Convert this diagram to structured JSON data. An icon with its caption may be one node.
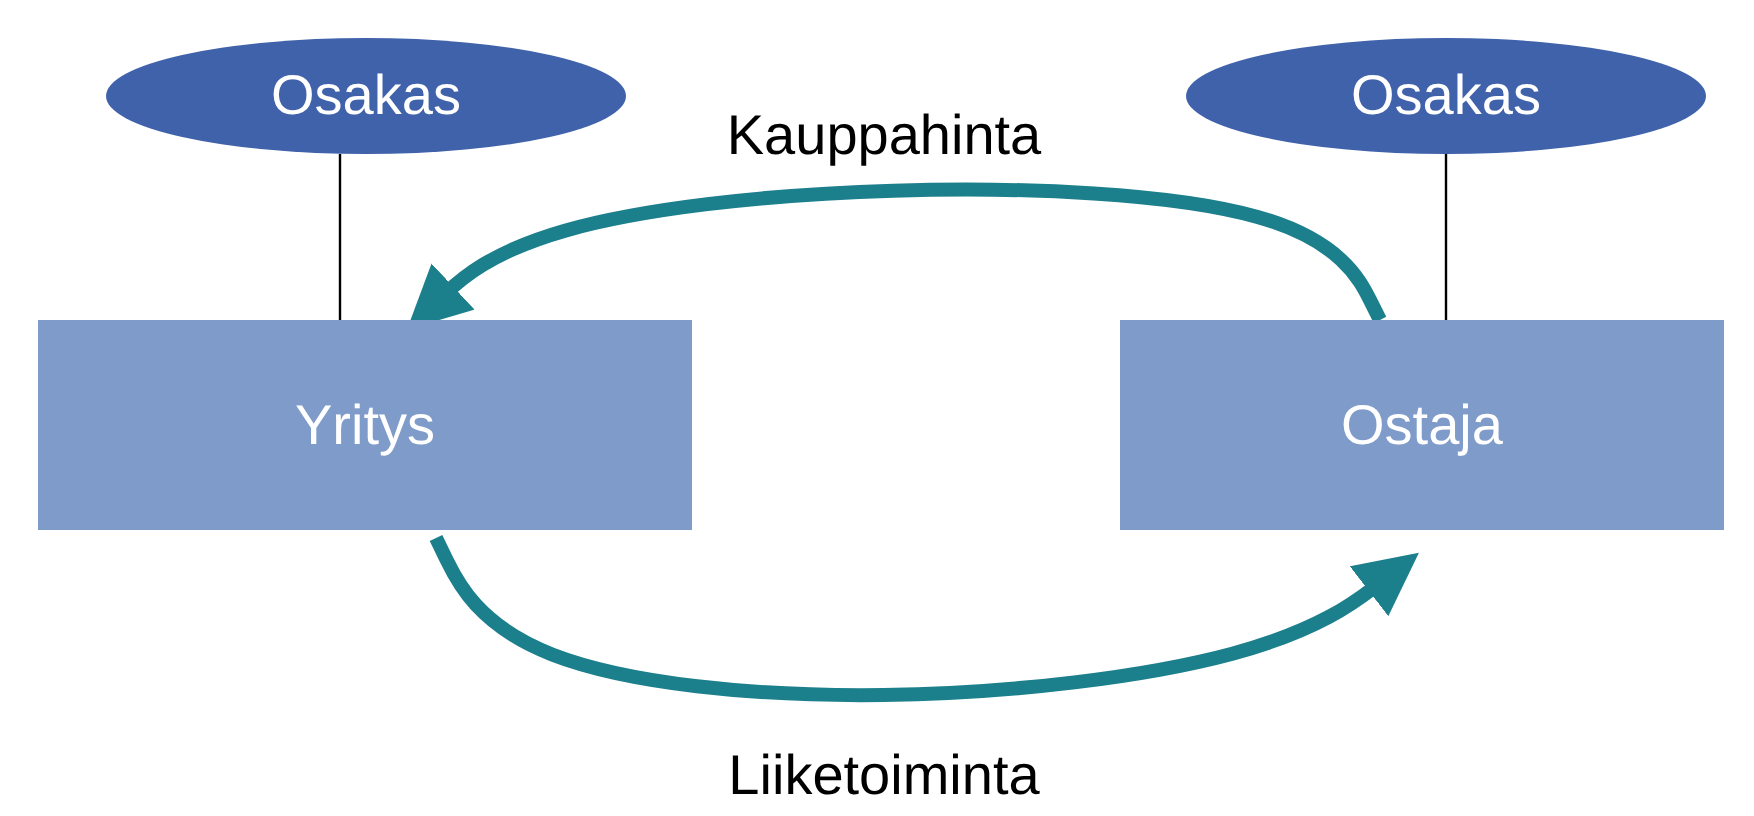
{
  "diagram": {
    "nodes": [
      {
        "text": [
          "Osakas"
        ]
      },
      {
        "text": [
          "Osakas"
        ]
      },
      {
        "text": [
          "Yritys"
        ]
      },
      {
        "text": [
          "Ostaja"
        ]
      }
    ],
    "edges": [
      {
        "from": 0,
        "to": 2,
        "arrow": "none"
      },
      {
        "from": 1,
        "to": 3,
        "arrow": "none"
      },
      {
        "from": 3,
        "to": 2,
        "arrow": "to",
        "label": "Kauppahinta",
        "style": "thick",
        "color": "#1b7f8c"
      },
      {
        "from": 2,
        "to": 3,
        "arrow": "to",
        "label": "Liiketoiminta",
        "style": "thick",
        "color": "#1b7f8c"
      }
    ]
  }
}
